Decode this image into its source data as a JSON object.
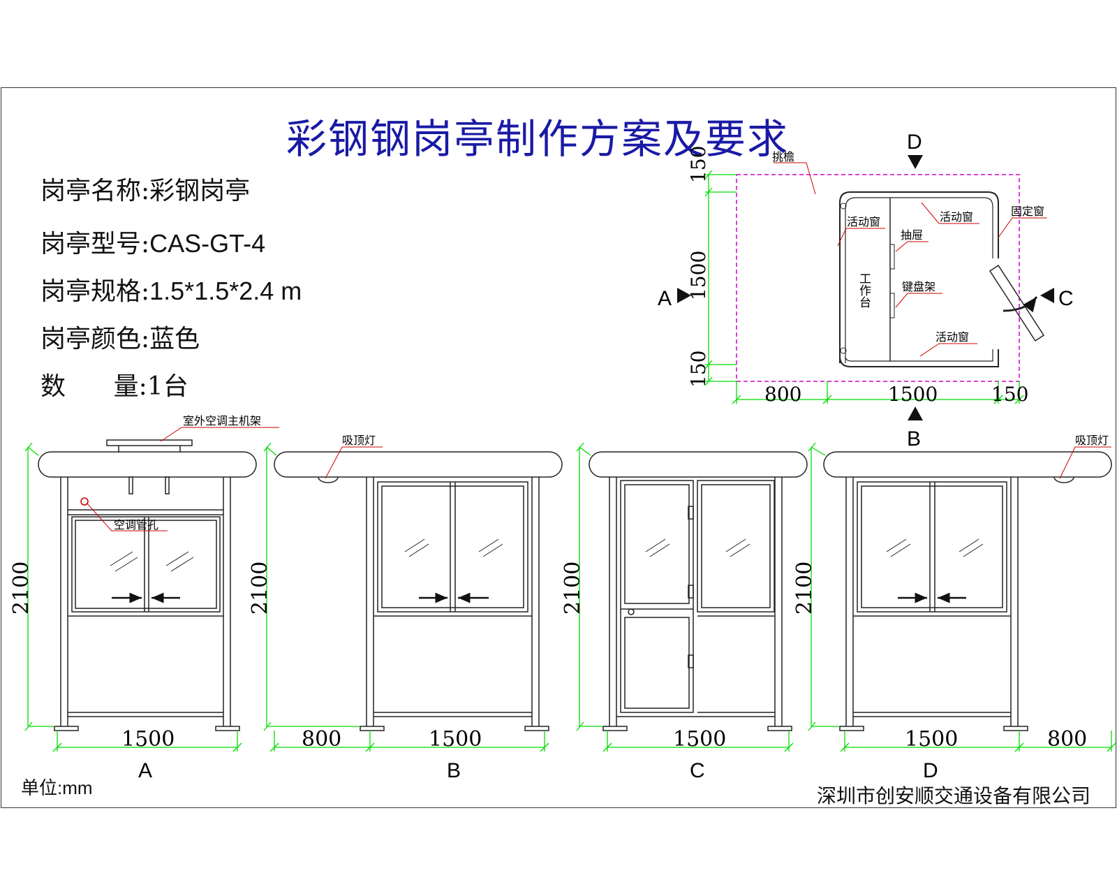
{
  "title": "彩钢钢岗亭制作方案及要求",
  "specs": [
    {
      "label": "岗亭名称:",
      "value": "彩钢岗亭"
    },
    {
      "label": "岗亭型号:",
      "value": "CAS-GT-4"
    },
    {
      "label": "岗亭规格:",
      "value": "1.5*1.5*2.4 m"
    },
    {
      "label": "岗亭颜色:",
      "value": "蓝色"
    },
    {
      "label": "数      量:",
      "value": "1台"
    }
  ],
  "unit": "单位:mm",
  "company": "深圳市创安顺交通设备有限公司",
  "plan": {
    "callouts": {
      "eave": "挑檐",
      "left_sliding_window": "活动窗",
      "top_sliding_window": "活动窗",
      "fixed_window": "固定窗",
      "drawer": "抽屉",
      "keyboard_tray": "键盘架",
      "bottom_sliding_window": "活动窗",
      "workbench": "工作台"
    },
    "view_markers": {
      "A": "A",
      "B": "B",
      "C": "C",
      "D": "D"
    },
    "dims": {
      "left_top": "150",
      "left_mid": "1500",
      "left_bottom": "150",
      "bottom_left": "800",
      "bottom_mid": "1500",
      "bottom_right": "150"
    }
  },
  "elevations": [
    {
      "view": "A",
      "height": "2100",
      "width": "1500",
      "callouts": [
        "室外空调主机架",
        "空调管孔"
      ]
    },
    {
      "view": "B",
      "height": "2100",
      "width": "1500",
      "overhang": "800",
      "callouts": [
        "吸顶灯"
      ]
    },
    {
      "view": "C",
      "height": "2100",
      "width": "1500"
    },
    {
      "view": "D",
      "height": "2100",
      "width": "1500",
      "overhang": "800",
      "callouts": [
        "吸顶灯"
      ]
    }
  ],
  "colors": {
    "title": "#1a1aa6",
    "dimension": "#00dd00",
    "leader": "#cc0000",
    "eave_outline": "#cc00cc"
  }
}
